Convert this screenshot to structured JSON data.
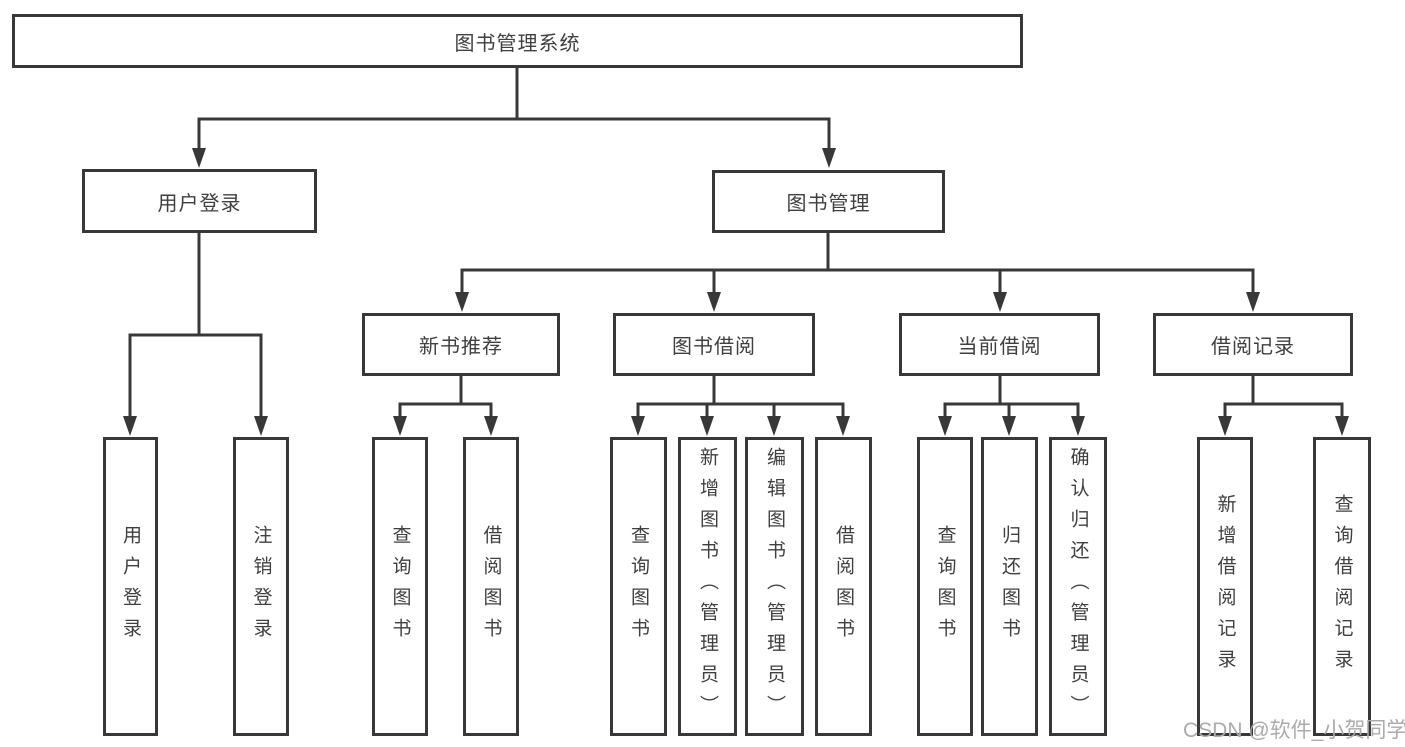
{
  "tree": {
    "root": {
      "label": "图书管理系统"
    },
    "children": [
      {
        "label": "用户登录",
        "children": [
          {
            "label": "用户登录"
          },
          {
            "label": "注销登录"
          }
        ]
      },
      {
        "label": "图书管理",
        "children": [
          {
            "label": "新书推荐",
            "children": [
              {
                "label": "查询图书"
              },
              {
                "label": "借阅图书"
              }
            ]
          },
          {
            "label": "图书借阅",
            "children": [
              {
                "label": "查询图书"
              },
              {
                "label": "新增图书（管理员）"
              },
              {
                "label": "编辑图书（管理员）"
              },
              {
                "label": "借阅图书"
              }
            ]
          },
          {
            "label": "当前借阅",
            "children": [
              {
                "label": "查询图书"
              },
              {
                "label": "归还图书"
              },
              {
                "label": "确认归还（管理员）"
              }
            ]
          },
          {
            "label": "借阅记录",
            "children": [
              {
                "label": "新增借阅记录"
              },
              {
                "label": "查询借阅记录"
              }
            ]
          }
        ]
      }
    ]
  },
  "watermark": {
    "text": "CSDN @软件_小贺同学"
  },
  "colors": {
    "line": "#383838",
    "node_text": "#3f3f3f",
    "node_fill": "#ffffff",
    "watermark_text": "#ababab",
    "background": "#ffffff"
  }
}
